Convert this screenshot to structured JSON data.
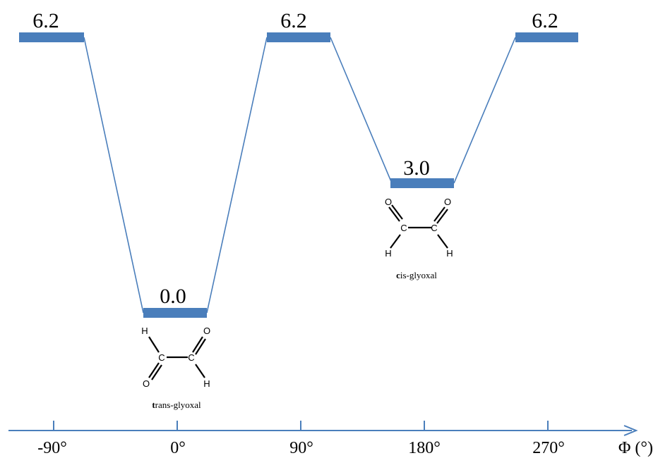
{
  "energy_levels": [
    {
      "id": "level-1",
      "value": "6.2"
    },
    {
      "id": "level-2",
      "value": "0.0"
    },
    {
      "id": "level-3",
      "value": "6.2"
    },
    {
      "id": "level-4",
      "value": "3.0"
    },
    {
      "id": "level-5",
      "value": "6.2"
    }
  ],
  "axis": {
    "label": "Φ (°)",
    "ticks": [
      "-90°",
      "0°",
      "90°",
      "180°",
      "270°"
    ]
  },
  "molecules": {
    "trans": {
      "name_prefix": "t",
      "name_rest": "rans-glyoxal",
      "atoms": {
        "h1": "H",
        "c1": "C",
        "c2": "C",
        "o1": "O",
        "o2": "O",
        "h2": "H"
      }
    },
    "cis": {
      "name_prefix": "c",
      "name_rest": "is-glyoxal",
      "atoms": {
        "o1": "O",
        "o2": "O",
        "c1": "C",
        "c2": "C",
        "h1": "H",
        "h2": "H"
      }
    }
  },
  "colors": {
    "level_bar": "#4a7ebb",
    "connector": "#4a7ebb",
    "axis": "#4a7ebb",
    "bond": "#000000"
  }
}
